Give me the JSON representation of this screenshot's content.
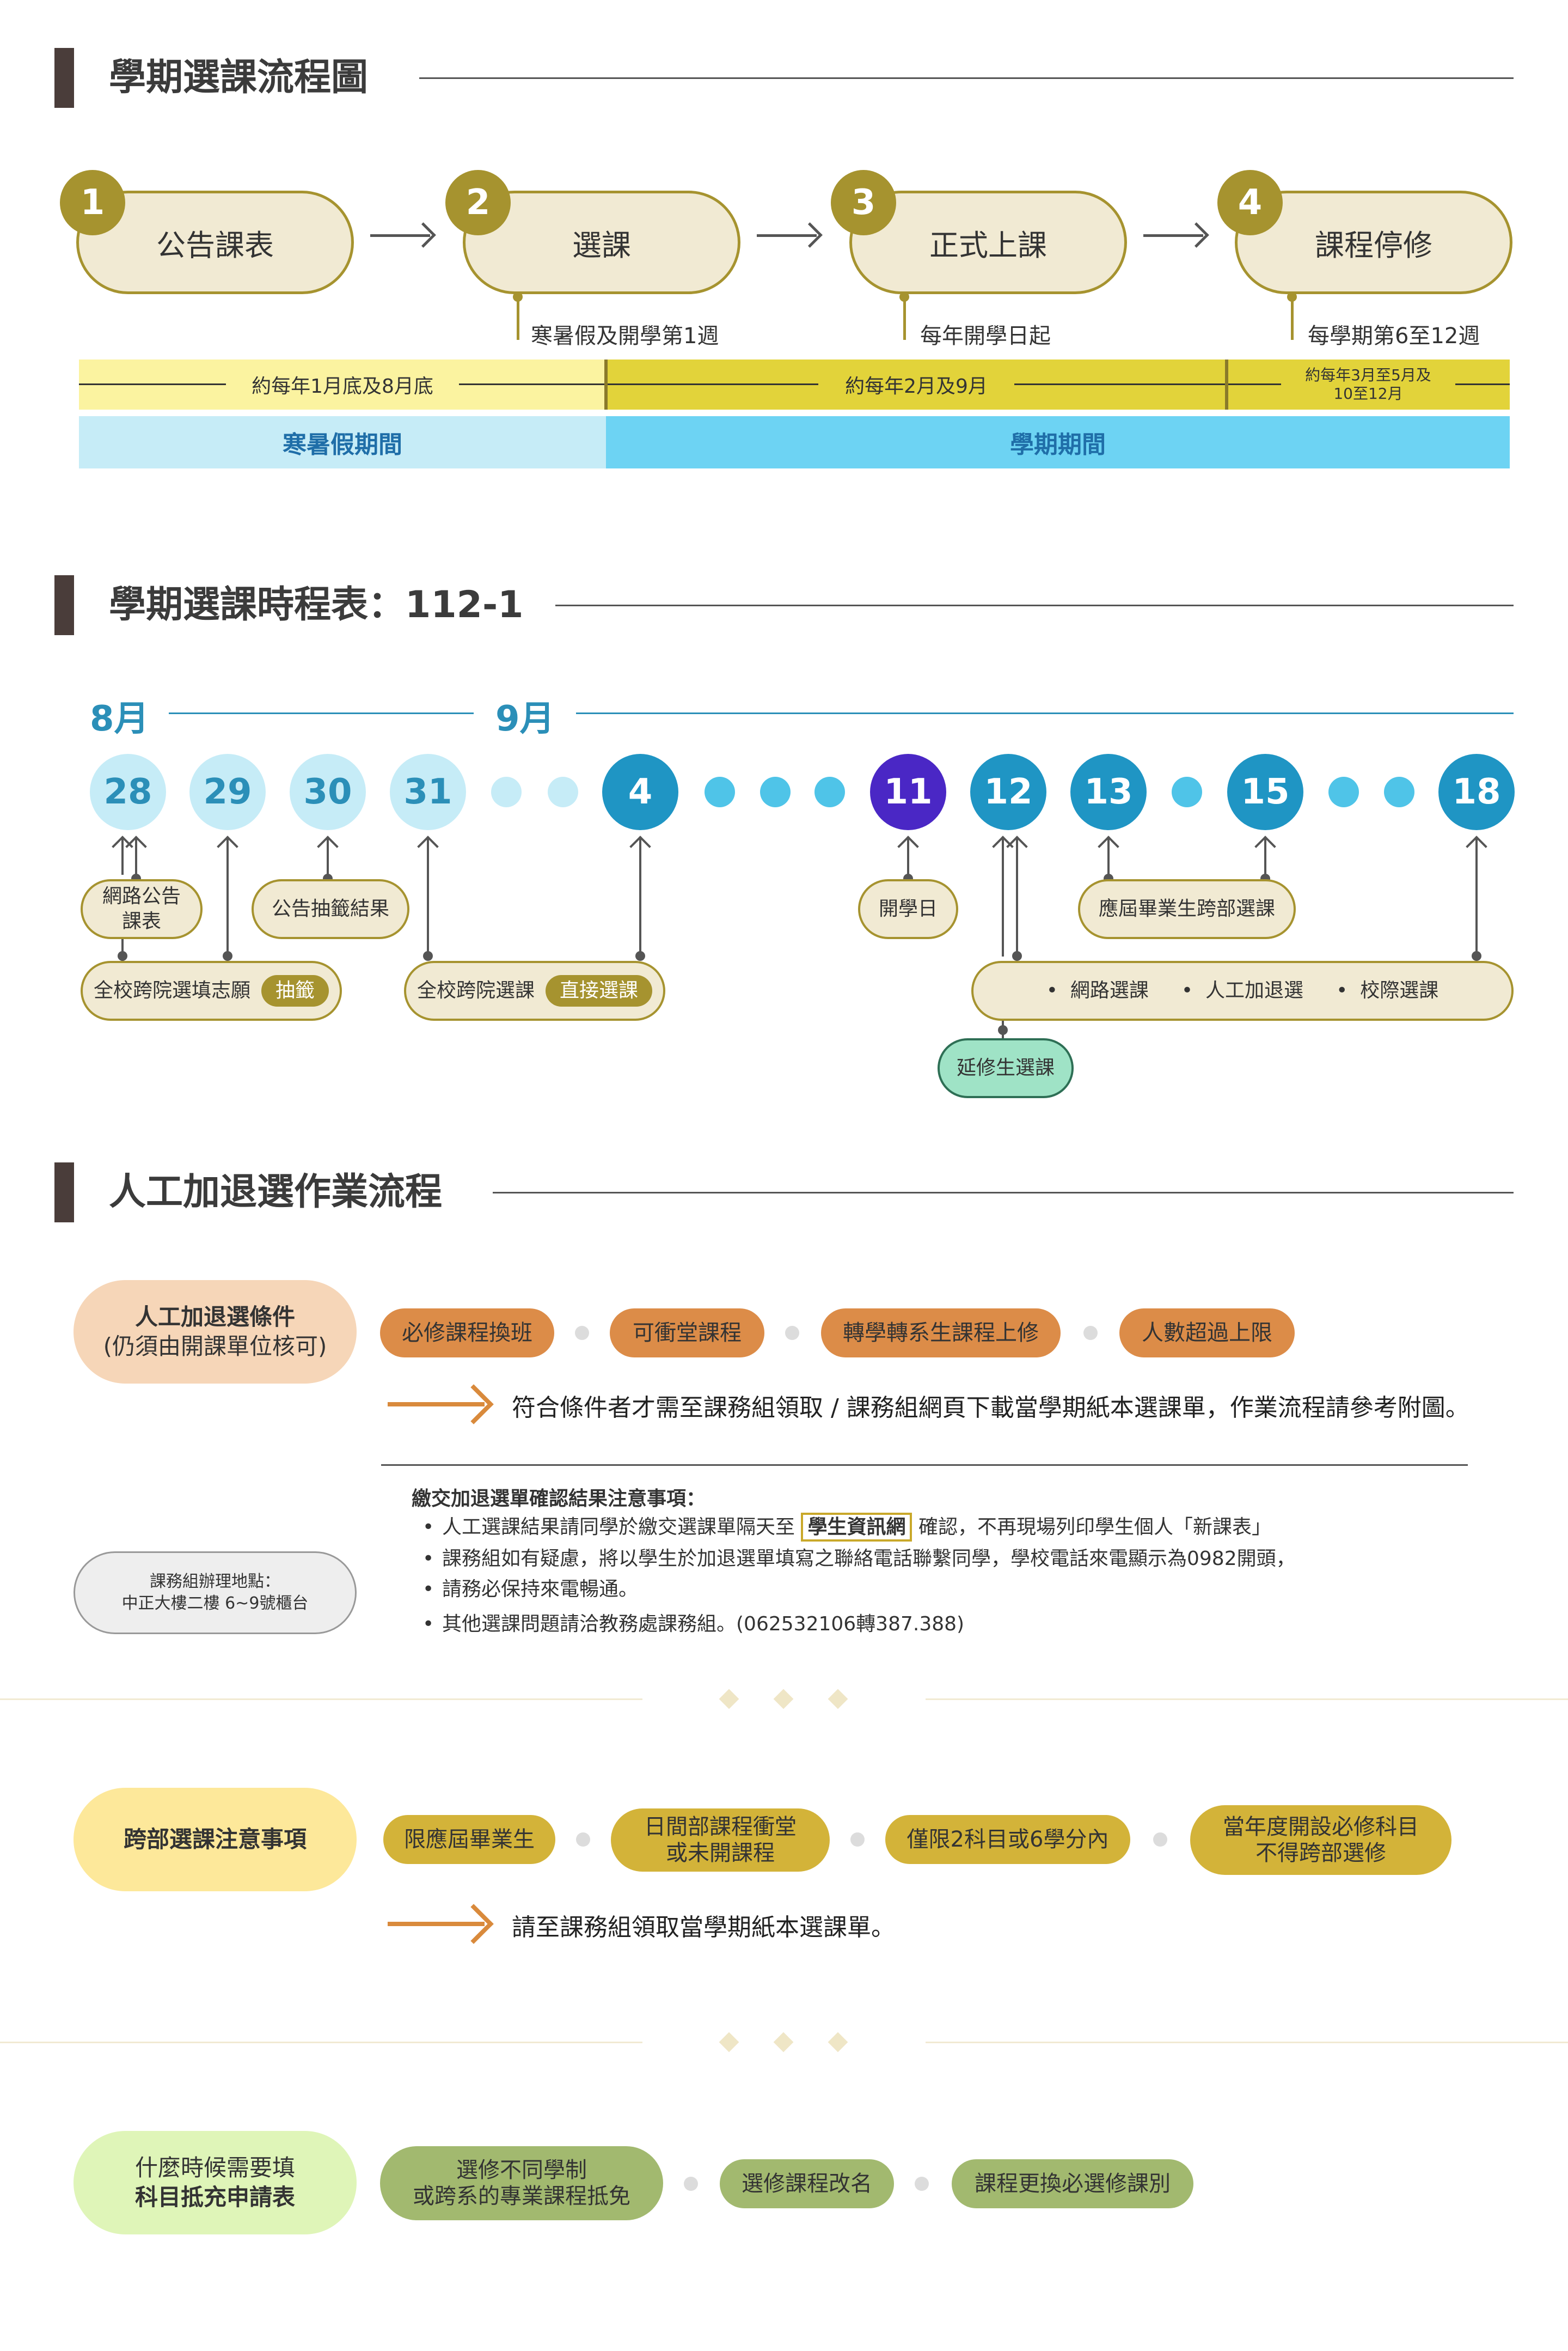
{
  "sections": {
    "flow_title": "學期選課流程圖",
    "schedule_title": "學期選課時程表：112-1",
    "manual_title": "人工加退選作業流程"
  },
  "process": [
    {
      "num": "1",
      "label": "公告課表"
    },
    {
      "num": "2",
      "label": "選課",
      "note": "寒暑假及開學第1週"
    },
    {
      "num": "3",
      "label": "正式上課",
      "note": "每年開學日起"
    },
    {
      "num": "4",
      "label": "課程停修",
      "note": "每學期第6至12週"
    }
  ],
  "bands": {
    "b1": "約每年1月底及8月底",
    "b2": "約每年2月及9月",
    "b3_line1": "約每年3月至5月及",
    "b3_line2": "10至12月",
    "p1": "寒暑假期間",
    "p2": "學期期間"
  },
  "timeline": {
    "months": [
      "8月",
      "9月"
    ],
    "days": [
      "28",
      "29",
      "30",
      "31",
      "4",
      "11",
      "12",
      "13",
      "15",
      "18"
    ],
    "events": {
      "e1_line1": "網路公告",
      "e1_line2": "課表",
      "e2": "公告抽籤結果",
      "e3": "開學日",
      "e4": "應屆畢業生跨部選課",
      "e5": "全校跨院選填志願",
      "e5_tag": "抽籤",
      "e6": "全校跨院選課",
      "e6_tag": "直接選課",
      "e7_items": [
        "網路選課",
        "人工加退選",
        "校際選課"
      ],
      "e8": "延修生選課"
    }
  },
  "manual": {
    "cat_line1": "人工加退選條件",
    "cat_line2": "(仍須由開課單位核可)",
    "chips": [
      "必修課程換班",
      "可衝堂課程",
      "轉學轉系生課程上修",
      "人數超過上限"
    ],
    "instruction": "符合條件者才需至課務組領取 / 課務組網頁下載當學期紙本選課單，作業流程請參考附圖。",
    "location_line1": "課務組辦理地點：",
    "location_line2": "中正大樓二樓 6~9號櫃台",
    "notes_title": "繳交加退選單確認結果注意事項：",
    "note1_a": "人工選課結果請同學於繳交選課單隔天至",
    "note1_hl": "學生資訊網",
    "note1_b": "確認，不再現場列印學生個人「新課表」",
    "note2_a": "課務組如有疑慮，將以學生於加退選單填寫之聯絡電話聯繫同學，學校電話來電顯示為0982開頭，",
    "note2_b": "請務必保持來電暢通。",
    "note3": "其他選課問題請洽教務處課務組。(062532106轉387.388)"
  },
  "cross": {
    "cat": "跨部選課注意事項",
    "chips": [
      "限應屆畢業生",
      "日間部課程衝堂",
      "或未開課程",
      "僅限2科目或6學分內",
      "當年度開設必修科目",
      "不得跨部選修"
    ],
    "instruction": "請至課務組領取當學期紙本選課單。"
  },
  "credit": {
    "cat_line1": "什麼時候需要填",
    "cat_line2": "科目抵充申請表",
    "chip1_line1": "選修不同學制",
    "chip1_line2": "或跨系的專業課程抵免",
    "chip2": "選修課程改名",
    "chip3": "課程更換必選修課別"
  },
  "colors": {
    "olive": "#a6932f",
    "cream": "#f1ead3",
    "light_blue": "#c6ecf7",
    "dark_blue": "#1f95c4",
    "purple": "#4a27c5",
    "orange": "#d98a3c",
    "yellow": "#e2d33a",
    "mint": "#9fe3c6"
  }
}
